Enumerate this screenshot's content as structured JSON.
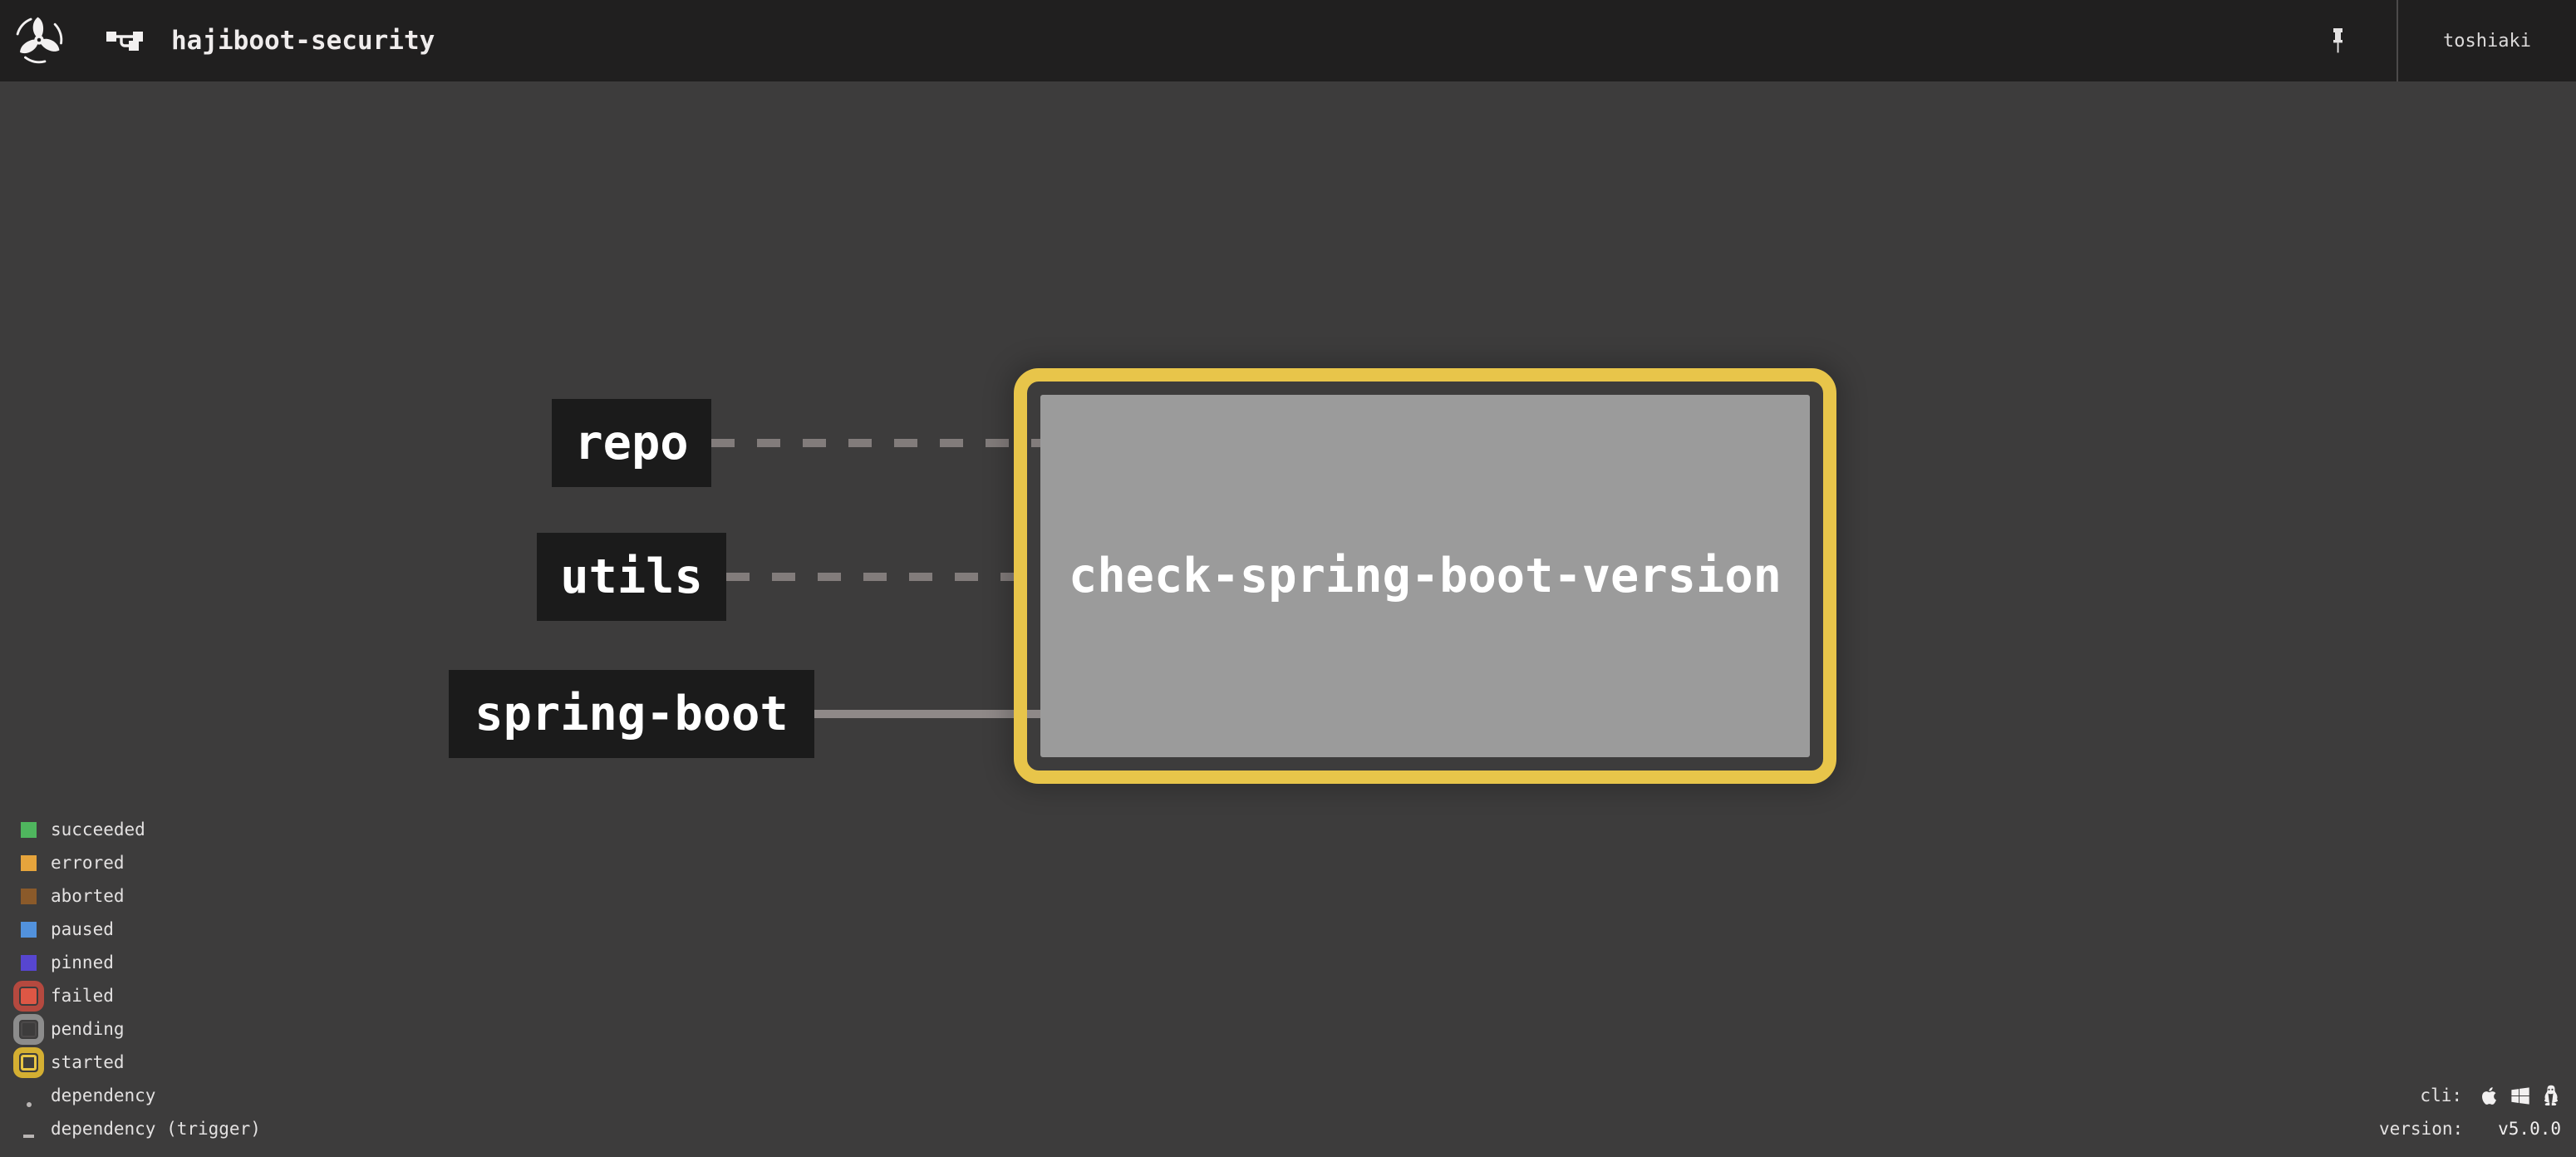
{
  "topbar": {
    "pipeline_name": "hajiboot-security",
    "user": "toshiaki"
  },
  "graph": {
    "resources": [
      {
        "name": "repo",
        "link_style": "dashed"
      },
      {
        "name": "utils",
        "link_style": "dashed"
      },
      {
        "name": "spring-boot",
        "link_style": "solid"
      }
    ],
    "job": {
      "name": "check-spring-boot-version",
      "status": "started"
    }
  },
  "legend": {
    "items": [
      {
        "label": "succeeded",
        "color": "#4fb65e"
      },
      {
        "label": "errored",
        "color": "#e6a43c"
      },
      {
        "label": "aborted",
        "color": "#8b5a2a"
      },
      {
        "label": "paused",
        "color": "#5292dd"
      },
      {
        "label": "pinned",
        "color": "#5746d0"
      },
      {
        "label": "failed",
        "ring": "#b5493f",
        "fill": "#dd5745"
      },
      {
        "label": "pending",
        "ring": "#8c8c8c"
      },
      {
        "label": "started",
        "ring": "#d4af32",
        "inner": "#e8c544"
      },
      {
        "label": "dependency"
      },
      {
        "label": "dependency (trigger)"
      }
    ]
  },
  "footer": {
    "cli_label": "cli:",
    "cli_icons": [
      "apple",
      "windows",
      "linux"
    ],
    "version_label": "version:",
    "version": "v5.0.0"
  },
  "colors": {
    "background": "#3d3c3c",
    "topbar": "#201f1f",
    "resource_box": "#1b1b1b",
    "job_fill": "#9b9b9b",
    "started_yellow": "#e8c54a",
    "dashed_line": "#827c7b",
    "solid_line": "#8f8988"
  }
}
